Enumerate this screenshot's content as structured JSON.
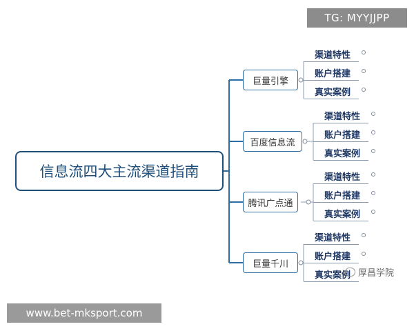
{
  "watermark_top": "TG: MYYJJPP",
  "watermark_bottom": "www.bet-mksport.com",
  "watermark_logo": "厚昌学院",
  "root": {
    "label": "信息流四大主流渠道指南"
  },
  "branches": [
    {
      "label": "巨量引擎",
      "children": [
        "渠道特性",
        "账户搭建",
        "真实案例"
      ]
    },
    {
      "label": "百度信息流",
      "children": [
        "渠道特性",
        "账户搭建",
        "真实案例"
      ]
    },
    {
      "label": "腾讯广点通",
      "children": [
        "渠道特性",
        "账户搭建",
        "真实案例"
      ]
    },
    {
      "label": "巨量千川",
      "children": [
        "渠道特性",
        "账户搭建",
        "真实案例"
      ]
    }
  ],
  "colors": {
    "root_border": "#1f4e79",
    "connector": "#2e6da4",
    "leaf_text": "#1f3864"
  }
}
